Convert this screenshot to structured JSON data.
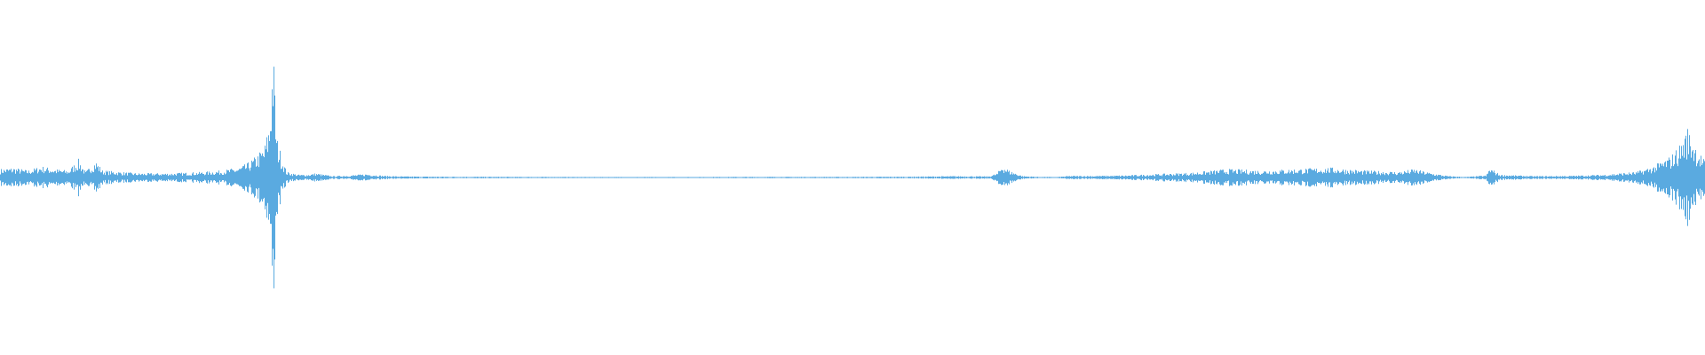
{
  "colors": {
    "background": "#ffffff",
    "waveform": "#5aaae0"
  },
  "chart_data": {
    "type": "area",
    "title": "",
    "xlabel": "",
    "ylabel": "",
    "axes_visible": false,
    "grid": false,
    "legend": "none",
    "mirrored_about_zero": true,
    "x_range": [
      0,
      1
    ],
    "y_range": [
      -1,
      1
    ],
    "series": [
      {
        "points": [
          [
            0.0,
            0.06
          ],
          [
            0.008,
            0.07
          ],
          [
            0.016,
            0.05
          ],
          [
            0.024,
            0.08
          ],
          [
            0.032,
            0.06
          ],
          [
            0.04,
            0.05
          ],
          [
            0.046,
            0.13
          ],
          [
            0.05,
            0.04
          ],
          [
            0.056,
            0.12
          ],
          [
            0.06,
            0.05
          ],
          [
            0.07,
            0.04
          ],
          [
            0.08,
            0.03
          ],
          [
            0.09,
            0.03
          ],
          [
            0.1,
            0.03
          ],
          [
            0.11,
            0.035
          ],
          [
            0.12,
            0.04
          ],
          [
            0.13,
            0.05
          ],
          [
            0.14,
            0.07
          ],
          [
            0.145,
            0.1
          ],
          [
            0.15,
            0.15
          ],
          [
            0.155,
            0.22
          ],
          [
            0.158,
            0.4
          ],
          [
            0.16,
            0.98
          ],
          [
            0.162,
            0.3
          ],
          [
            0.165,
            0.15
          ],
          [
            0.168,
            0.04
          ],
          [
            0.175,
            0.02
          ],
          [
            0.18,
            0.02
          ],
          [
            0.185,
            0.03
          ],
          [
            0.195,
            0.01
          ],
          [
            0.205,
            0.015
          ],
          [
            0.215,
            0.025
          ],
          [
            0.225,
            0.012
          ],
          [
            0.235,
            0.008
          ],
          [
            0.26,
            0.006
          ],
          [
            0.3,
            0.005
          ],
          [
            0.35,
            0.004
          ],
          [
            0.4,
            0.004
          ],
          [
            0.45,
            0.005
          ],
          [
            0.5,
            0.005
          ],
          [
            0.53,
            0.006
          ],
          [
            0.56,
            0.01
          ],
          [
            0.58,
            0.008
          ],
          [
            0.585,
            0.03
          ],
          [
            0.588,
            0.09
          ],
          [
            0.592,
            0.05
          ],
          [
            0.6,
            0.01
          ],
          [
            0.61,
            0.005
          ],
          [
            0.62,
            0.004
          ],
          [
            0.628,
            0.012
          ],
          [
            0.64,
            0.012
          ],
          [
            0.66,
            0.015
          ],
          [
            0.68,
            0.025
          ],
          [
            0.7,
            0.035
          ],
          [
            0.72,
            0.06
          ],
          [
            0.74,
            0.05
          ],
          [
            0.76,
            0.06
          ],
          [
            0.78,
            0.07
          ],
          [
            0.8,
            0.05
          ],
          [
            0.82,
            0.04
          ],
          [
            0.83,
            0.06
          ],
          [
            0.84,
            0.03
          ],
          [
            0.85,
            0.01
          ],
          [
            0.86,
            0.004
          ],
          [
            0.872,
            0.015
          ],
          [
            0.874,
            0.07
          ],
          [
            0.88,
            0.02
          ],
          [
            0.9,
            0.01
          ],
          [
            0.92,
            0.012
          ],
          [
            0.94,
            0.02
          ],
          [
            0.96,
            0.04
          ],
          [
            0.97,
            0.08
          ],
          [
            0.98,
            0.15
          ],
          [
            0.985,
            0.22
          ],
          [
            0.99,
            0.35
          ],
          [
            0.993,
            0.28
          ],
          [
            0.996,
            0.2
          ],
          [
            1.0,
            0.12
          ]
        ]
      }
    ]
  }
}
